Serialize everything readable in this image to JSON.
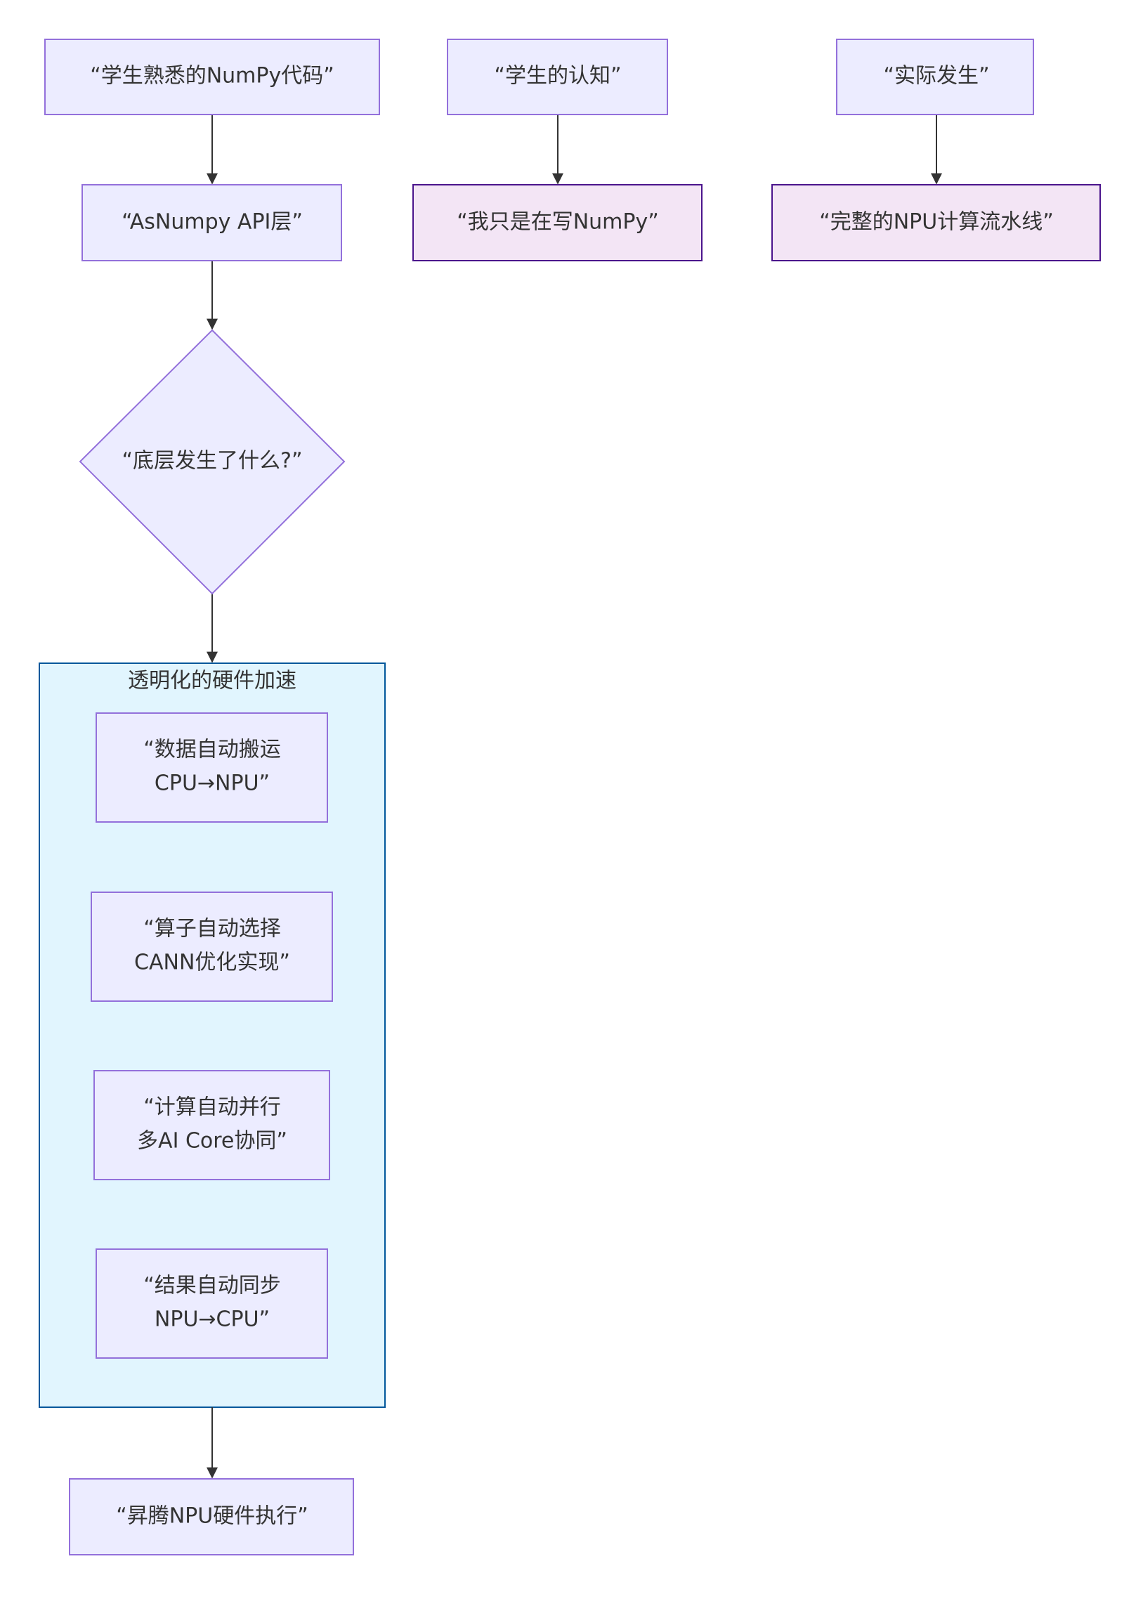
{
  "diagram": {
    "colors": {
      "node_fill": "#ececff",
      "node_stroke": "#9370db",
      "highlight_fill": "#f3e5f5",
      "highlight_stroke": "#4a148c",
      "group_fill": "#e1f5fe",
      "group_stroke": "#01579b",
      "edge": "#333333",
      "text": "#333333"
    },
    "nodes": {
      "numpy_code": "“学生熟悉的NumPy代码”",
      "asnumpy_api": "“AsNumpy API层”",
      "decision": "“底层发生了什么?”",
      "data_transfer_line1": "“数据自动搬运",
      "data_transfer_line2": "CPU→NPU”",
      "op_select_line1": "“算子自动选择",
      "op_select_line2": "CANN优化实现”",
      "parallel_line1": "“计算自动并行",
      "parallel_line2": "多AI Core协同”",
      "sync_line1": "“结果自动同步",
      "sync_line2": "NPU→CPU”",
      "npu_exec": "“昇腾NPU硬件执行”",
      "student_cognition": "“学生的认知”",
      "just_numpy": "“我只是在写NumPy”",
      "actually": "“实际发生”",
      "full_pipeline": "“完整的NPU计算流水线”"
    },
    "group": {
      "title": "透明化的硬件加速"
    }
  }
}
